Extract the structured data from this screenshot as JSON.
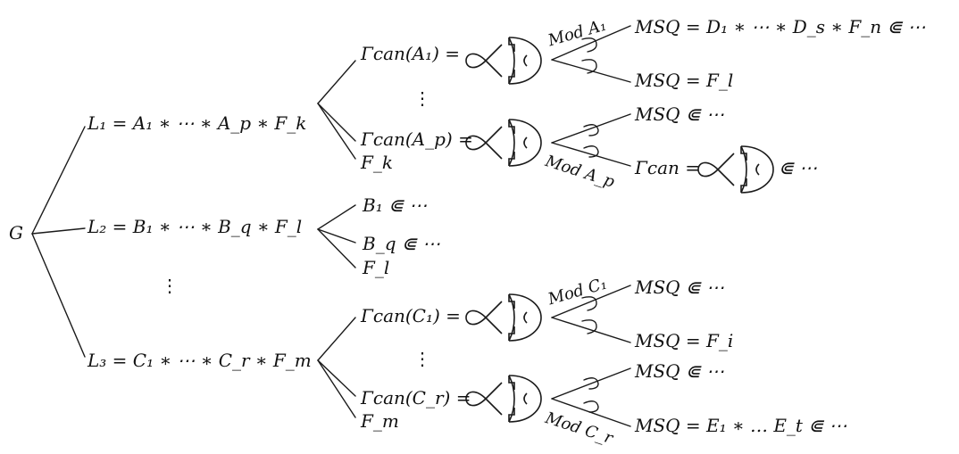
{
  "root": "G",
  "ellipsis_vertical": "⋮",
  "ellipsis_horizontal": "⋯",
  "branches": [
    {
      "label": "L₁ = A₁ ∗ ⋯ ∗ A_p ∗ F_k",
      "children": [
        {
          "label": "Γcan(A₁) ="
        },
        {
          "label": "Γcan(A_p) ="
        },
        {
          "label": "F_k"
        }
      ]
    },
    {
      "label": "L₂ = B₁ ∗ ⋯ ∗ B_q ∗ F_l",
      "children": [
        {
          "label": "B₁ ⋐ ⋯"
        },
        {
          "label": "B_q ⋐ ⋯"
        },
        {
          "label": "F_l"
        }
      ]
    },
    {
      "label": "L₃ = C₁ ∗ ⋯ ∗ C_r ∗ F_m",
      "children": [
        {
          "label": "Γcan(C₁) ="
        },
        {
          "label": "Γcan(C_r) ="
        },
        {
          "label": "F_m"
        }
      ]
    }
  ],
  "modifications": [
    {
      "label": "Mod A₁"
    },
    {
      "label": "Mod A_p"
    },
    {
      "label": "Mod C₁"
    },
    {
      "label": "Mod C_r"
    }
  ],
  "results": [
    "MSQ = D₁ ∗ ⋯ ∗ D_s ∗ F_n ⋐ ⋯",
    "MSQ = F_l",
    "MSQ ⋐ ⋯",
    "Γcan =",
    "⋐ ⋯",
    "MSQ ⋐ ⋯",
    "MSQ = F_i",
    "MSQ ⋐ ⋯",
    "MSQ = E₁ ∗ … E_t ⋐ ⋯"
  ]
}
